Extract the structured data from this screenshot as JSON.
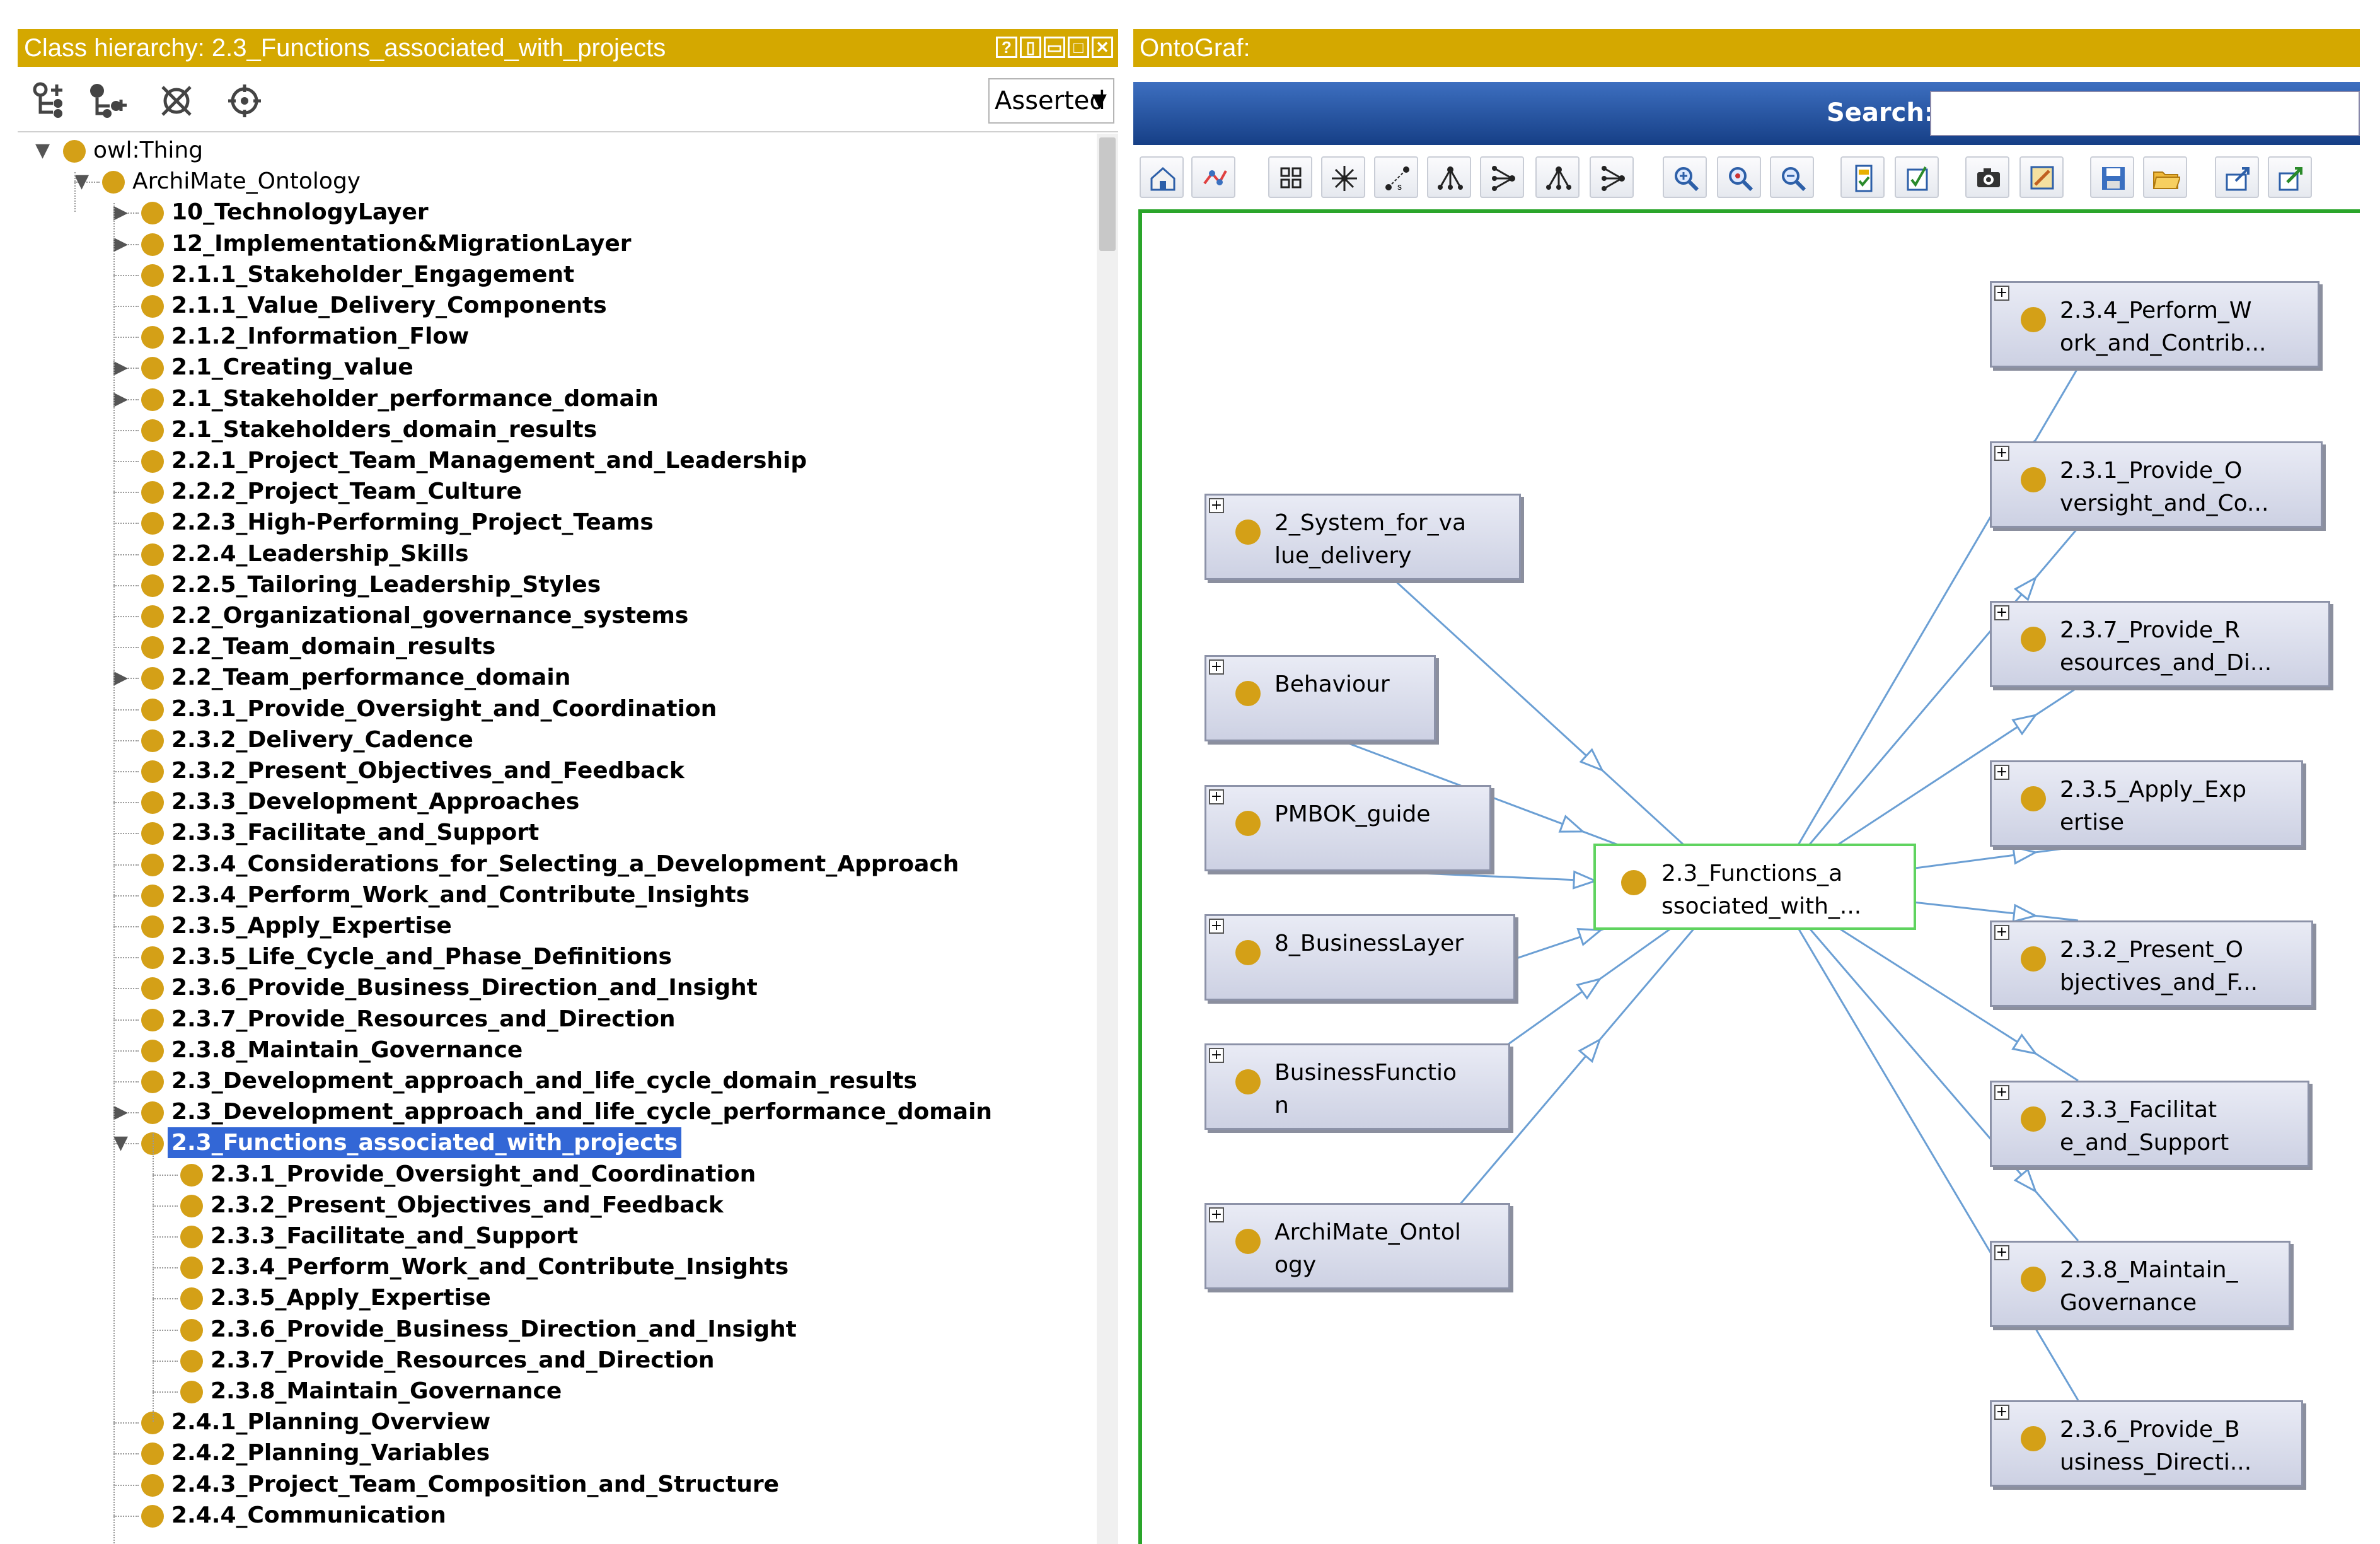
{
  "left_panel": {
    "title": "Class hierarchy: 2.3_Functions_associated_with_projects",
    "window_buttons": [
      "?",
      "▯",
      "▭",
      "□",
      "✕"
    ],
    "toolbar_icons": [
      "add-subclass-icon",
      "add-sibling-icon",
      "delete-class-icon",
      "target-icon"
    ],
    "mode_select": "Asserted",
    "tree": [
      {
        "label": "owl:Thing",
        "level": 0,
        "expanded": true,
        "bold": false
      },
      {
        "label": "ArchiMate_Ontology",
        "level": 1,
        "expanded": true,
        "bold": false
      },
      {
        "label": "10_TechnologyLayer",
        "level": 2,
        "collapsed": true
      },
      {
        "label": "12_Implementation&MigrationLayer",
        "level": 2,
        "collapsed": true
      },
      {
        "label": "2.1.1_Stakeholder_Engagement",
        "level": 2
      },
      {
        "label": "2.1.1_Value_Delivery_Components",
        "level": 2
      },
      {
        "label": "2.1.2_Information_Flow",
        "level": 2
      },
      {
        "label": "2.1_Creating_value",
        "level": 2,
        "collapsed": true
      },
      {
        "label": "2.1_Stakeholder_performance_domain",
        "level": 2,
        "collapsed": true
      },
      {
        "label": "2.1_Stakeholders_domain_results",
        "level": 2
      },
      {
        "label": "2.2.1_Project_Team_Management_and_Leadership",
        "level": 2
      },
      {
        "label": "2.2.2_Project_Team_Culture",
        "level": 2
      },
      {
        "label": "2.2.3_High-Performing_Project_Teams",
        "level": 2
      },
      {
        "label": "2.2.4_Leadership_Skills",
        "level": 2
      },
      {
        "label": "2.2.5_Tailoring_Leadership_Styles",
        "level": 2
      },
      {
        "label": "2.2_Organizational_governance_systems",
        "level": 2
      },
      {
        "label": "2.2_Team_domain_results",
        "level": 2
      },
      {
        "label": "2.2_Team_performance_domain",
        "level": 2,
        "collapsed": true
      },
      {
        "label": "2.3.1_Provide_Oversight_and_Coordination",
        "level": 2
      },
      {
        "label": "2.3.2_Delivery_Cadence",
        "level": 2
      },
      {
        "label": "2.3.2_Present_Objectives_and_Feedback",
        "level": 2
      },
      {
        "label": "2.3.3_Development_Approaches",
        "level": 2
      },
      {
        "label": "2.3.3_Facilitate_and_Support",
        "level": 2
      },
      {
        "label": "2.3.4_Considerations_for_Selecting_a_Development_Approach",
        "level": 2
      },
      {
        "label": "2.3.4_Perform_Work_and_Contribute_Insights",
        "level": 2
      },
      {
        "label": "2.3.5_Apply_Expertise",
        "level": 2
      },
      {
        "label": "2.3.5_Life_Cycle_and_Phase_Definitions",
        "level": 2
      },
      {
        "label": "2.3.6_Provide_Business_Direction_and_Insight",
        "level": 2
      },
      {
        "label": "2.3.7_Provide_Resources_and_Direction",
        "level": 2
      },
      {
        "label": "2.3.8_Maintain_Governance",
        "level": 2
      },
      {
        "label": "2.3_Development_approach_and_life_cycle_domain_results",
        "level": 2
      },
      {
        "label": "2.3_Development_approach_and_life_cycle_performance_domain",
        "level": 2,
        "collapsed": true
      },
      {
        "label": "2.3_Functions_associated_with_projects",
        "level": 2,
        "expanded": true,
        "selected": true
      },
      {
        "label": "2.3.1_Provide_Oversight_and_Coordination",
        "level": 3
      },
      {
        "label": "2.3.2_Present_Objectives_and_Feedback",
        "level": 3
      },
      {
        "label": "2.3.3_Facilitate_and_Support",
        "level": 3
      },
      {
        "label": "2.3.4_Perform_Work_and_Contribute_Insights",
        "level": 3
      },
      {
        "label": "2.3.5_Apply_Expertise",
        "level": 3
      },
      {
        "label": "2.3.6_Provide_Business_Direction_and_Insight",
        "level": 3
      },
      {
        "label": "2.3.7_Provide_Resources_and_Direction",
        "level": 3
      },
      {
        "label": "2.3.8_Maintain_Governance",
        "level": 3
      },
      {
        "label": "2.4.1_Planning_Overview",
        "level": 2
      },
      {
        "label": "2.4.2_Planning_Variables",
        "level": 2
      },
      {
        "label": "2.4.3_Project_Team_Composition_and_Structure",
        "level": 2
      },
      {
        "label": "2.4.4_Communication",
        "level": 2
      }
    ]
  },
  "right_panel": {
    "title": "OntoGraf:",
    "search_label": "Search:",
    "search_value": "",
    "toolbar_icons": [
      "home-icon",
      "no-layout-icon",
      "grid-layout-icon",
      "radial-layout-icon",
      "spring-layout-icon",
      "tree-top-icon",
      "tree-left-icon",
      "vertical-tree-icon",
      "horizontal-tree-icon",
      "zoom-in-icon",
      "zoom-fit-icon",
      "zoom-out-icon",
      "filter-nodes-icon",
      "filter-arcs-icon",
      "camera-icon",
      "edit-icon",
      "save-icon",
      "open-folder-icon",
      "export-icon",
      "pin-icon"
    ],
    "center_node": {
      "label": "2.3_Functions_a\nssociated_with_..."
    },
    "left_nodes": [
      {
        "label": "2_System_for_va\nlue_delivery"
      },
      {
        "label": "Behaviour"
      },
      {
        "label": "PMBOK_guide"
      },
      {
        "label": "8_BusinessLayer"
      },
      {
        "label": "BusinessFunctio\nn"
      },
      {
        "label": "ArchiMate_Ontol\nogy"
      }
    ],
    "right_nodes": [
      {
        "label": "2.3.4_Perform_W\nork_and_Contrib..."
      },
      {
        "label": "2.3.1_Provide_O\nversight_and_Co..."
      },
      {
        "label": "2.3.7_Provide_R\nesources_and_Di..."
      },
      {
        "label": "2.3.5_Apply_Exp\nertise"
      },
      {
        "label": "2.3.2_Present_O\nbjectives_and_F..."
      },
      {
        "label": "2.3.3_Facilitat\ne_and_Support"
      },
      {
        "label": "2.3.8_Maintain_\nGovernance"
      },
      {
        "label": "2.3.6_Provide_B\nusiness_Directi..."
      }
    ],
    "colors": {
      "title_bar": "#d4a800",
      "search_bar": "#1d4f9c",
      "canvas_border": "#2aa52a",
      "edge": "#6b9fd4",
      "class_dot": "#d4a017"
    }
  }
}
